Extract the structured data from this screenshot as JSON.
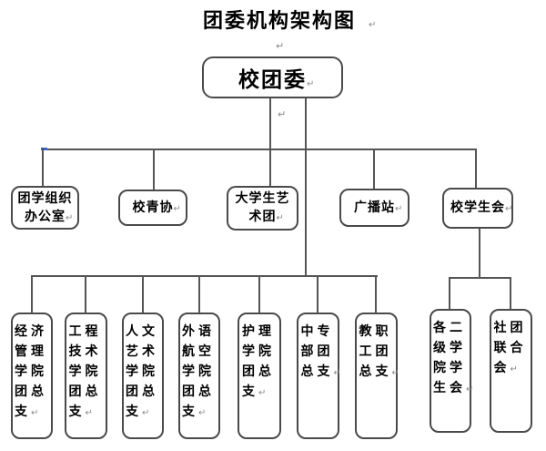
{
  "title": "团委机构架构图",
  "marks": {
    "return": "↵"
  },
  "colors": {
    "line": "#555555",
    "box_border": "#4a4a4a",
    "text": "#000000",
    "anchor_tick": "#3c64c8"
  },
  "root": {
    "label": "校团委"
  },
  "level2": [
    {
      "label": "团学组织办公室",
      "parent": "校团委"
    },
    {
      "label": "校青协",
      "parent": "校团委"
    },
    {
      "label": "大学生艺术团",
      "parent": "校团委"
    },
    {
      "label": "广播站",
      "parent": "校团委"
    },
    {
      "label": "校学生会",
      "parent": "校团委"
    }
  ],
  "league_branches": [
    {
      "label": "经济管理学院团总支",
      "parent": "校团委"
    },
    {
      "label": "工程技术学院团总支",
      "parent": "校团委"
    },
    {
      "label": "人文艺术学院团总支",
      "parent": "校团委"
    },
    {
      "label": "外语航空学院团总支",
      "parent": "校团委"
    },
    {
      "label": "护理学院团总支",
      "parent": "校团委"
    },
    {
      "label": "中专部团总支",
      "parent": "校团委"
    },
    {
      "label": "教职工团总支",
      "parent": "校团委"
    }
  ],
  "student_union_children": [
    {
      "label": "各二级学院学生会",
      "parent": "校学生会"
    },
    {
      "label": "社团联合会",
      "parent": "校学生会"
    }
  ]
}
